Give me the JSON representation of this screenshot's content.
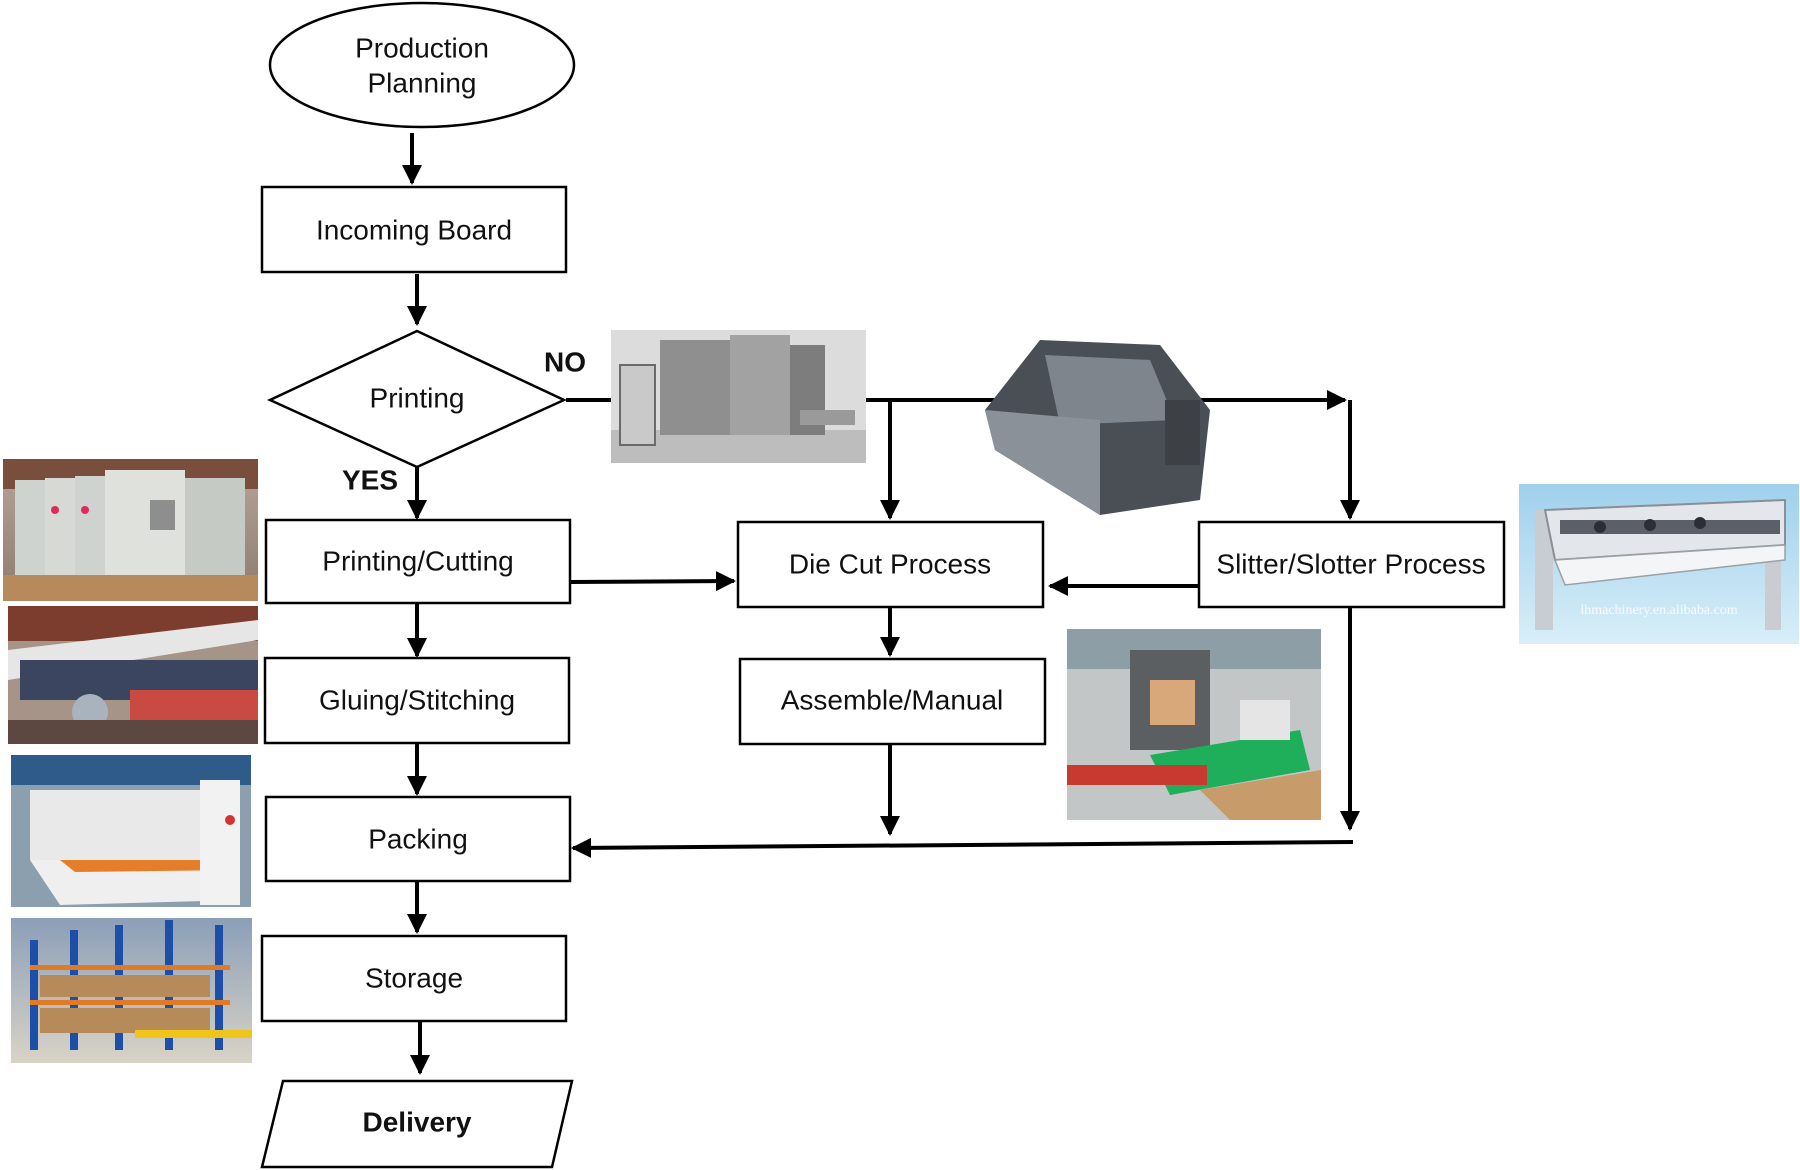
{
  "nodes": {
    "production_planning": {
      "line1": "Production",
      "line2": "Planning"
    },
    "incoming_board": "Incoming Board",
    "printing_decision": "Printing",
    "printing_cutting": "Printing/Cutting",
    "gluing_stitching": "Gluing/Stitching",
    "packing": "Packing",
    "storage": "Storage",
    "delivery": "Delivery",
    "die_cut_process": "Die Cut Process",
    "assemble_manual": "Assemble/Manual",
    "slitter_slotter_process": "Slitter/Slotter Process"
  },
  "labels": {
    "no": "NO",
    "yes": "YES"
  },
  "watermark": "lhmachinery.en.alibaba.com",
  "colors": {
    "decision_fill": "#d6d6d6",
    "line": "#000000"
  }
}
